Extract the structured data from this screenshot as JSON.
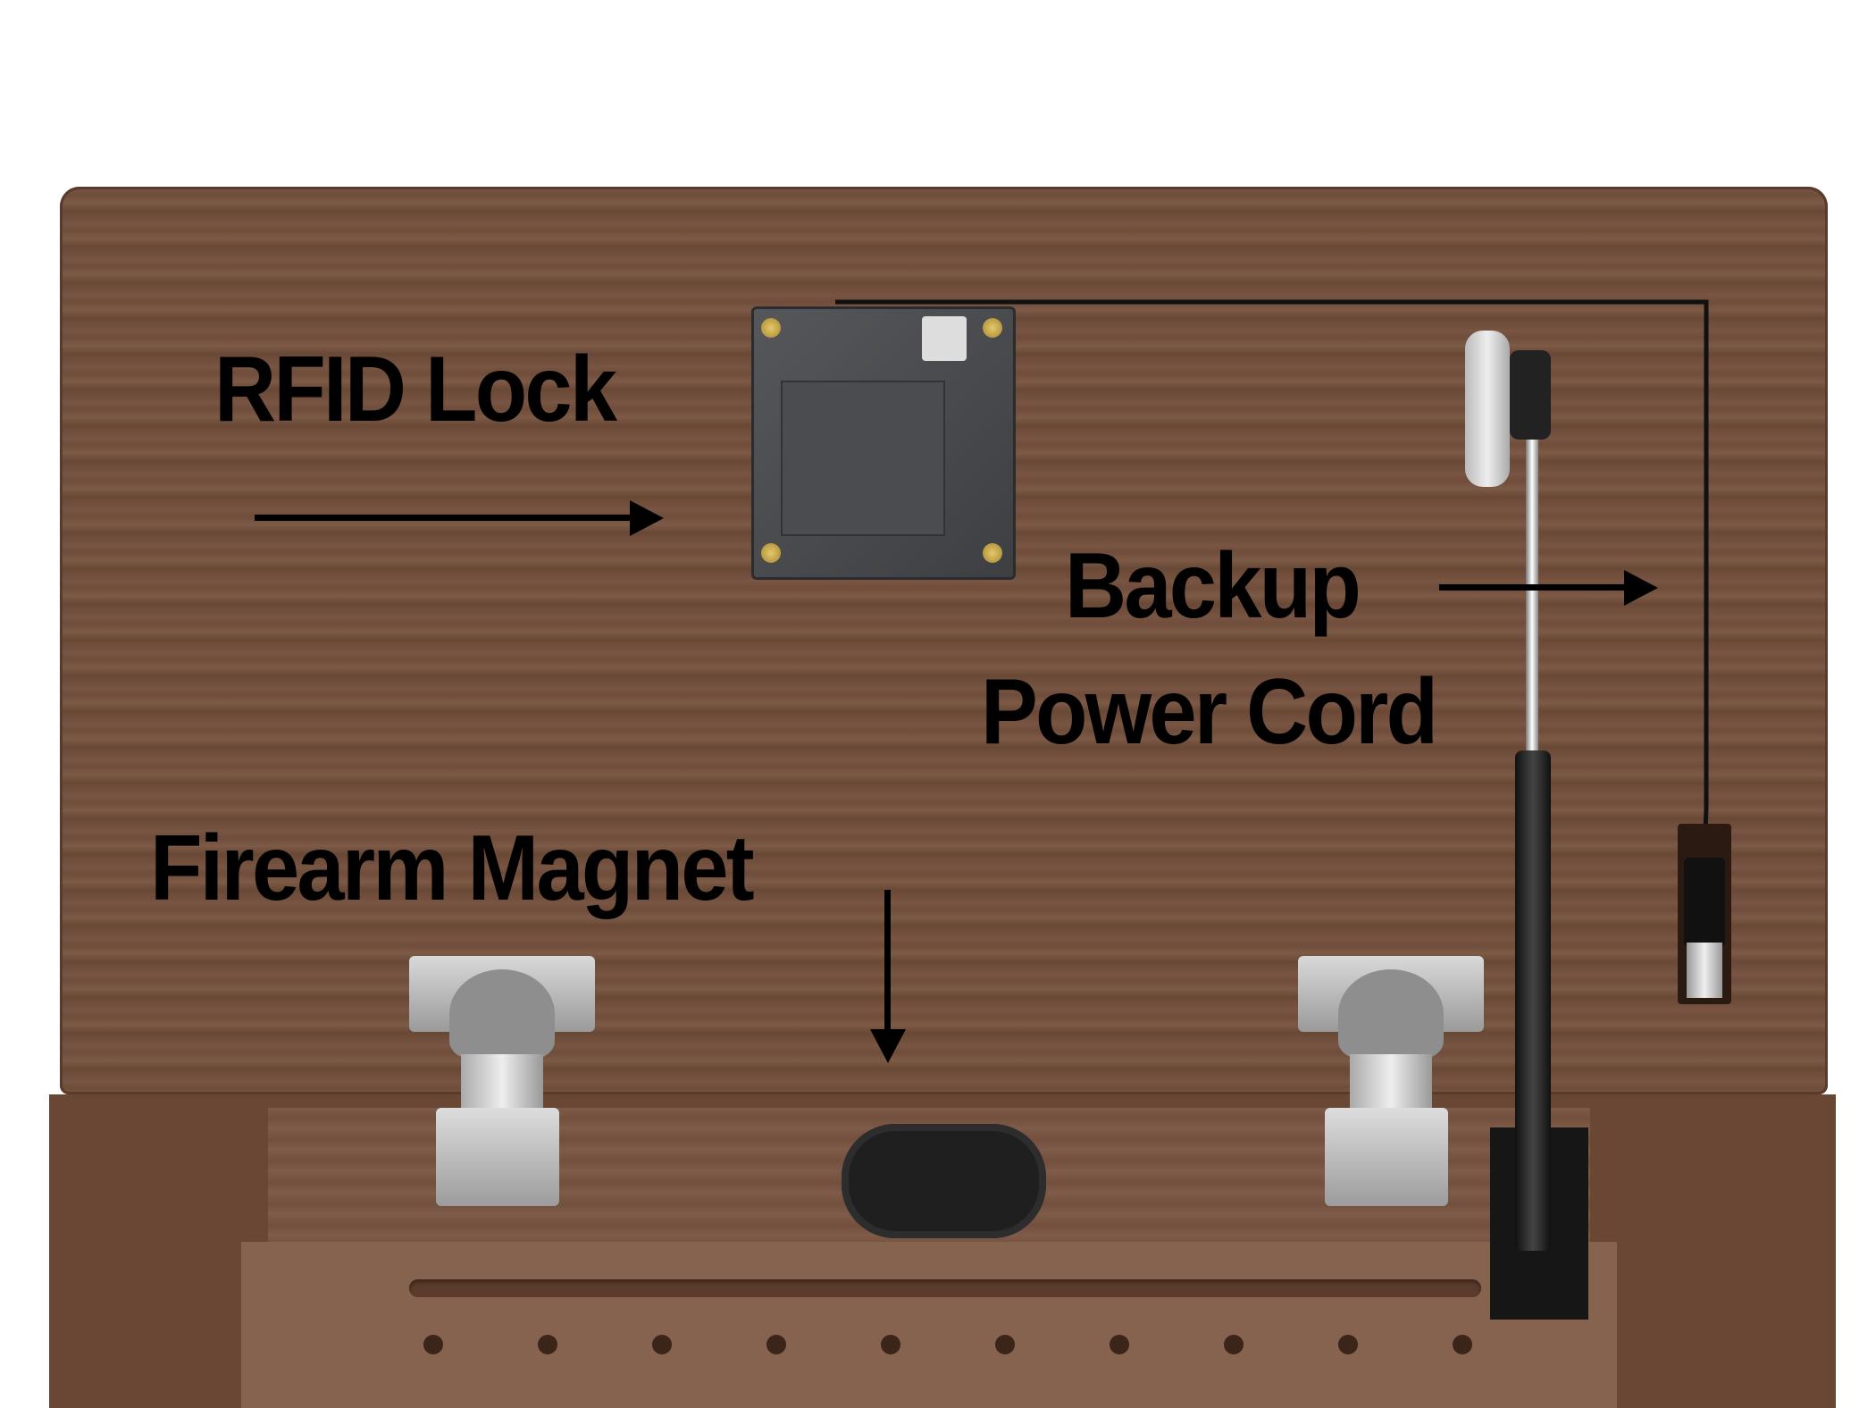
{
  "labels": {
    "rfid_lock": "RFID Lock",
    "backup_line1": "Backup",
    "backup_line2": "Power Cord",
    "firearm_magnet": "Firearm Magnet"
  },
  "colors": {
    "wood": "#735240",
    "text": "#000000"
  }
}
